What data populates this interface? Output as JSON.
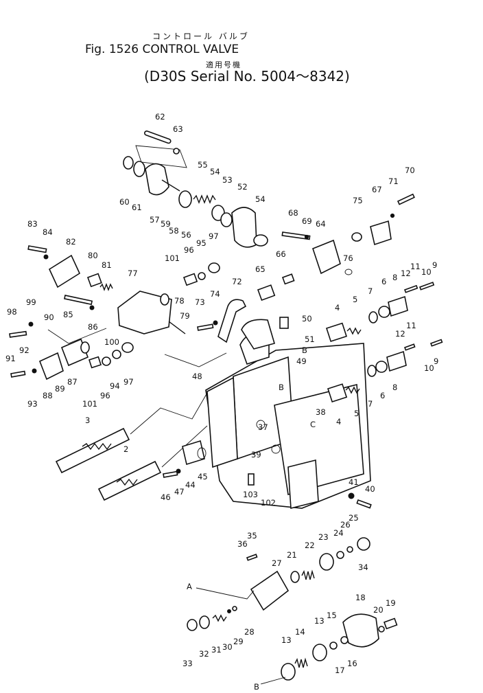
{
  "header": {
    "japanese_title": "コントロール バルブ",
    "figure_title": "Fig. 1526 CONTROL VALVE",
    "japanese_applicability": "適用号機",
    "serial_range": "(D30S Serial No. 5004～8342)"
  },
  "callouts": [
    {
      "id": "c62",
      "text": "62"
    },
    {
      "id": "c63",
      "text": "63"
    },
    {
      "id": "c55",
      "text": "55"
    },
    {
      "id": "c54a",
      "text": "54"
    },
    {
      "id": "c53",
      "text": "53"
    },
    {
      "id": "c52",
      "text": "52"
    },
    {
      "id": "c54b",
      "text": "54"
    },
    {
      "id": "c60",
      "text": "60"
    },
    {
      "id": "c61",
      "text": "61"
    },
    {
      "id": "c57",
      "text": "57"
    },
    {
      "id": "c59",
      "text": "59"
    },
    {
      "id": "c58a",
      "text": "58"
    },
    {
      "id": "c56",
      "text": "56"
    },
    {
      "id": "c70",
      "text": "70"
    },
    {
      "id": "c71",
      "text": "71"
    },
    {
      "id": "c67",
      "text": "67"
    },
    {
      "id": "c75",
      "text": "75"
    },
    {
      "id": "c68",
      "text": "68"
    },
    {
      "id": "c69",
      "text": "69"
    },
    {
      "id": "c64",
      "text": "64"
    },
    {
      "id": "c83",
      "text": "83"
    },
    {
      "id": "c84",
      "text": "84"
    },
    {
      "id": "c82",
      "text": "82"
    },
    {
      "id": "c80",
      "text": "80"
    },
    {
      "id": "c81",
      "text": "81"
    },
    {
      "id": "c77",
      "text": "77"
    },
    {
      "id": "c101a",
      "text": "101"
    },
    {
      "id": "c96a",
      "text": "96"
    },
    {
      "id": "c95",
      "text": "95"
    },
    {
      "id": "c97a",
      "text": "97"
    },
    {
      "id": "c66",
      "text": "66"
    },
    {
      "id": "c76",
      "text": "76"
    },
    {
      "id": "c65",
      "text": "65"
    },
    {
      "id": "c72",
      "text": "72"
    },
    {
      "id": "c78",
      "text": "78"
    },
    {
      "id": "c79",
      "text": "79"
    },
    {
      "id": "c73",
      "text": "73"
    },
    {
      "id": "c74",
      "text": "74"
    },
    {
      "id": "c85",
      "text": "85"
    },
    {
      "id": "c86",
      "text": "86"
    },
    {
      "id": "c99",
      "text": "99"
    },
    {
      "id": "c98",
      "text": "98"
    },
    {
      "id": "c90",
      "text": "90"
    },
    {
      "id": "c100",
      "text": "100"
    },
    {
      "id": "c50",
      "text": "50"
    },
    {
      "id": "c51",
      "text": "51"
    },
    {
      "id": "c49",
      "text": "49"
    },
    {
      "id": "cB1",
      "text": "B"
    },
    {
      "id": "c5a",
      "text": "5"
    },
    {
      "id": "c4a",
      "text": "4"
    },
    {
      "id": "c7a",
      "text": "7"
    },
    {
      "id": "c6a",
      "text": "6"
    },
    {
      "id": "c8a",
      "text": "8"
    },
    {
      "id": "c12a",
      "text": "12"
    },
    {
      "id": "c11a",
      "text": "11"
    },
    {
      "id": "c10a",
      "text": "10"
    },
    {
      "id": "c9a",
      "text": "9"
    },
    {
      "id": "c91",
      "text": "91"
    },
    {
      "id": "c92",
      "text": "92"
    },
    {
      "id": "c93",
      "text": "93"
    },
    {
      "id": "c88",
      "text": "88"
    },
    {
      "id": "c89",
      "text": "89"
    },
    {
      "id": "c87",
      "text": "87"
    },
    {
      "id": "c101b",
      "text": "101"
    },
    {
      "id": "c96b",
      "text": "96"
    },
    {
      "id": "c94",
      "text": "94"
    },
    {
      "id": "c97b",
      "text": "97"
    },
    {
      "id": "c48",
      "text": "48"
    },
    {
      "id": "cB2",
      "text": "B"
    },
    {
      "id": "c11b",
      "text": "11"
    },
    {
      "id": "c12b",
      "text": "12"
    },
    {
      "id": "c9b",
      "text": "9"
    },
    {
      "id": "c10b",
      "text": "10"
    },
    {
      "id": "c8b",
      "text": "8"
    },
    {
      "id": "c6b",
      "text": "6"
    },
    {
      "id": "c7b",
      "text": "7"
    },
    {
      "id": "c5b",
      "text": "5"
    },
    {
      "id": "c4b",
      "text": "4"
    },
    {
      "id": "c38",
      "text": "38"
    },
    {
      "id": "cC",
      "text": "C"
    },
    {
      "id": "c37",
      "text": "37"
    },
    {
      "id": "c39",
      "text": "39"
    },
    {
      "id": "c3",
      "text": "3"
    },
    {
      "id": "c2",
      "text": "2"
    },
    {
      "id": "c45",
      "text": "45"
    },
    {
      "id": "c44",
      "text": "44"
    },
    {
      "id": "c47",
      "text": "47"
    },
    {
      "id": "c46",
      "text": "46"
    },
    {
      "id": "c103",
      "text": "103"
    },
    {
      "id": "c102",
      "text": "102"
    },
    {
      "id": "c41",
      "text": "41"
    },
    {
      "id": "c40",
      "text": "40"
    },
    {
      "id": "c35",
      "text": "35"
    },
    {
      "id": "c36",
      "text": "36"
    },
    {
      "id": "c27",
      "text": "27"
    },
    {
      "id": "c21",
      "text": "21"
    },
    {
      "id": "c22",
      "text": "22"
    },
    {
      "id": "c23",
      "text": "23"
    },
    {
      "id": "c24",
      "text": "24"
    },
    {
      "id": "c26",
      "text": "26"
    },
    {
      "id": "c25",
      "text": "25"
    },
    {
      "id": "c34",
      "text": "34"
    },
    {
      "id": "cA",
      "text": "A"
    },
    {
      "id": "c28",
      "text": "28"
    },
    {
      "id": "c29",
      "text": "29"
    },
    {
      "id": "c30",
      "text": "30"
    },
    {
      "id": "c31",
      "text": "31"
    },
    {
      "id": "c32",
      "text": "32"
    },
    {
      "id": "c33",
      "text": "33"
    },
    {
      "id": "c18",
      "text": "18"
    },
    {
      "id": "c19",
      "text": "19"
    },
    {
      "id": "c20",
      "text": "20"
    },
    {
      "id": "c13a",
      "text": "13"
    },
    {
      "id": "c14",
      "text": "14"
    },
    {
      "id": "c13b",
      "text": "13"
    },
    {
      "id": "c15",
      "text": "15"
    },
    {
      "id": "c16",
      "text": "16"
    },
    {
      "id": "c17",
      "text": "17"
    },
    {
      "id": "cB3",
      "text": "B"
    }
  ]
}
